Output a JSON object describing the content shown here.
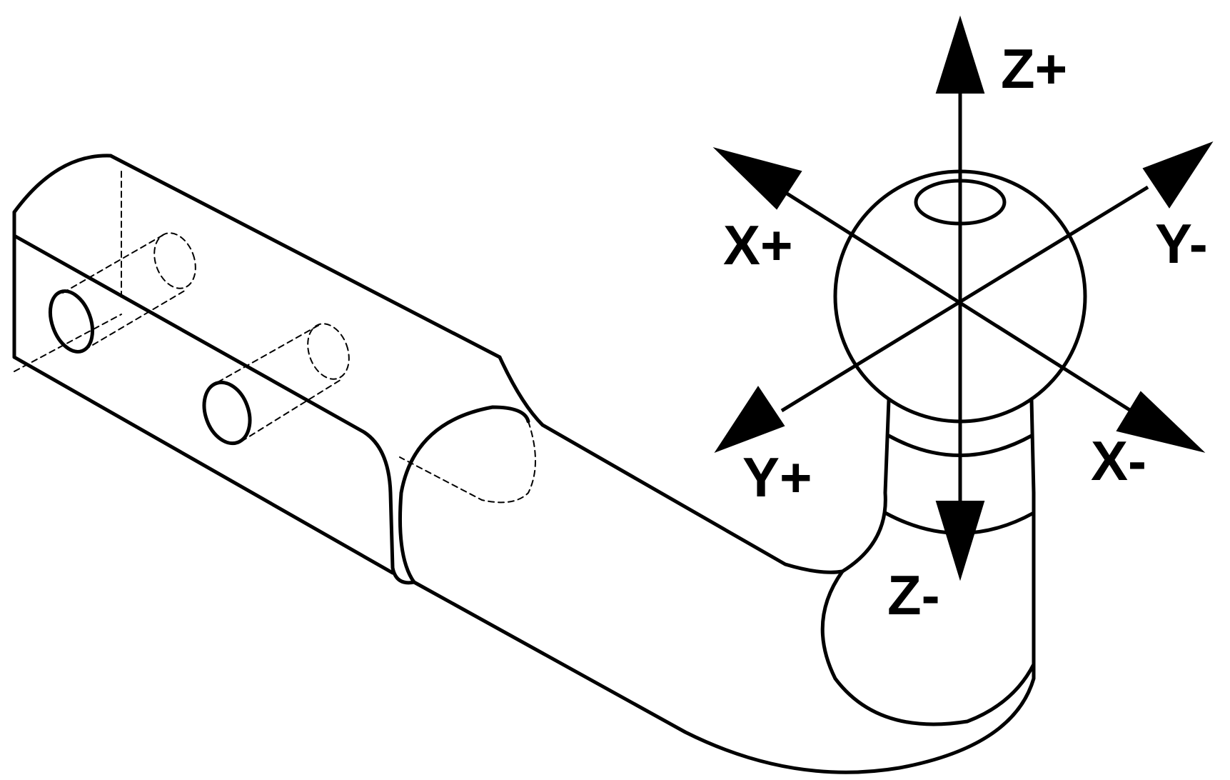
{
  "diagram": {
    "axis_labels": {
      "z_plus": "Z+",
      "z_minus": "Z-",
      "x_plus": "X+",
      "x_minus": "X-",
      "y_plus": "Y+",
      "y_minus": "Y-"
    },
    "colors": {
      "stroke": "#000000",
      "background": "#ffffff"
    }
  }
}
